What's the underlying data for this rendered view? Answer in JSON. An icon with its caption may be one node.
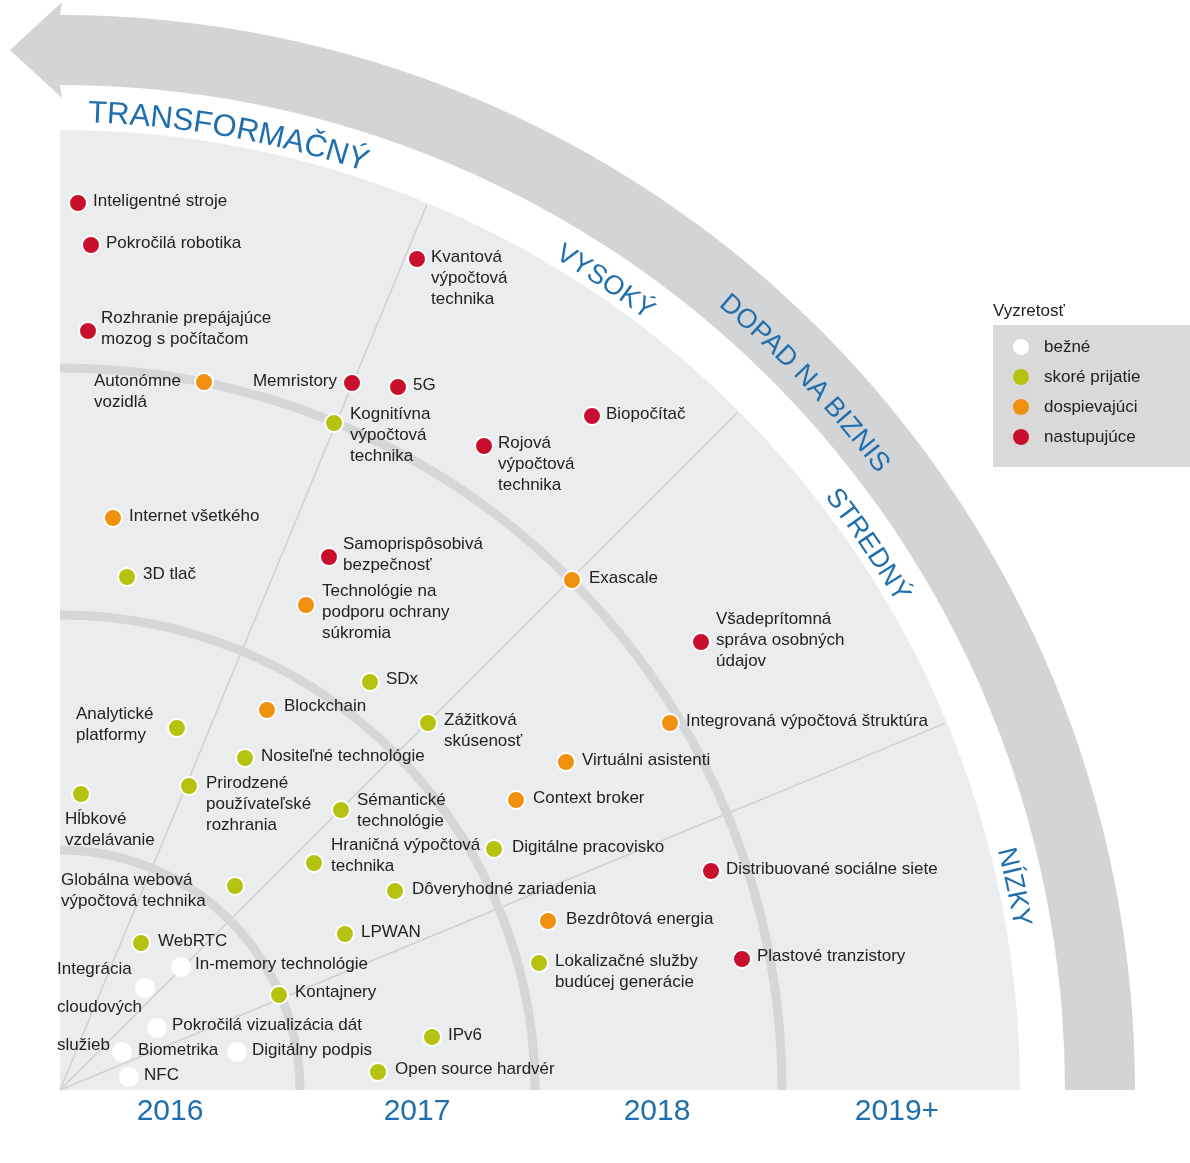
{
  "diagram": {
    "nodes": [
      {
        "text": [],
        "shape": "circle",
        "beside": [
          "Inteligentné stroje"
        ]
      },
      {
        "text": [],
        "shape": "circle",
        "beside": [
          "Pokročilá robotika"
        ]
      },
      {
        "text": [],
        "shape": "circle",
        "beside": [
          "Kvantová výpočtová technika"
        ]
      },
      {
        "text": [],
        "shape": "circle",
        "beside": [
          "Rozhranie prepájajúce mozog s počítačom"
        ]
      },
      {
        "text": [],
        "shape": "circle",
        "beside": [
          "Autonómne vozidlá"
        ]
      },
      {
        "text": [],
        "shape": "circle",
        "beside": [
          "Memristory"
        ]
      },
      {
        "text": [],
        "shape": "circle",
        "beside": [
          "5G"
        ]
      },
      {
        "text": [],
        "shape": "circle",
        "beside": [
          "Biopočítač"
        ]
      },
      {
        "text": [],
        "shape": "circle",
        "beside": [
          "Kognitívna výpočtová technika"
        ]
      },
      {
        "text": [],
        "shape": "circle",
        "beside": [
          "Rojová výpočtová technika"
        ]
      },
      {
        "text": [],
        "shape": "circle",
        "beside": [
          "Internet všetkého"
        ]
      },
      {
        "text": [],
        "shape": "circle",
        "beside": [
          "Samoprispôsobivá bezpečnosť"
        ]
      },
      {
        "text": [],
        "shape": "circle",
        "beside": [
          "3D tlač"
        ]
      },
      {
        "text": [],
        "shape": "circle",
        "beside": [
          "Exascale"
        ]
      },
      {
        "text": [],
        "shape": "circle",
        "beside": [
          "Technológie na podporu ochrany súkromia"
        ]
      },
      {
        "text": [],
        "shape": "circle",
        "beside": [
          "Všadeprítomná správa osobných údajov"
        ]
      },
      {
        "text": [],
        "shape": "circle",
        "beside": [
          "SDx"
        ]
      },
      {
        "text": [],
        "shape": "circle",
        "beside": [
          "Blockchain"
        ]
      },
      {
        "text": [],
        "shape": "circle",
        "beside": [
          "Analytické platformy"
        ]
      },
      {
        "text": [],
        "shape": "circle",
        "beside": [
          "Zážitková skúsenosť"
        ]
      },
      {
        "text": [],
        "shape": "circle",
        "beside": [
          "Integrovaná výpočtová štruktúra"
        ]
      },
      {
        "text": [],
        "shape": "circle",
        "beside": [
          "Nositeľné technológie"
        ]
      },
      {
        "text": [],
        "shape": "circle",
        "beside": [
          "Virtuálni asistenti"
        ]
      },
      {
        "text": [],
        "shape": "circle",
        "beside": [
          "Prirodzené používateľské rozhrania"
        ]
      },
      {
        "text": [],
        "shape": "circle",
        "beside": [
          "Hĺbkové vzdelávanie"
        ]
      },
      {
        "text": [],
        "shape": "circle",
        "beside": [
          "Context broker"
        ]
      },
      {
        "text": [],
        "shape": "circle",
        "beside": [
          "Sémantické technológie"
        ]
      },
      {
        "text": [],
        "shape": "circle",
        "beside": [
          "Digitálne pracovisko"
        ]
      },
      {
        "text": [],
        "shape": "circle",
        "beside": [
          "Hraničná výpočtová technika"
        ]
      },
      {
        "text": [],
        "shape": "circle",
        "beside": [
          "Distribuované sociálne siete"
        ]
      },
      {
        "text": [],
        "shape": "circle",
        "beside": [
          "Globálna webová výpočtová technika"
        ]
      },
      {
        "text": [],
        "shape": "circle",
        "beside": [
          "Dôveryhodné zariadenia"
        ]
      },
      {
        "text": [],
        "shape": "circle",
        "beside": [
          "Bezdrôtová energia"
        ]
      },
      {
        "text": [],
        "shape": "circle",
        "beside": [
          "LPWAN"
        ]
      },
      {
        "text": [],
        "shape": "circle",
        "beside": [
          "WebRTC"
        ]
      },
      {
        "text": [],
        "shape": "circle",
        "beside": [
          "Plastové tranzistory"
        ]
      },
      {
        "text": [],
        "shape": "circle",
        "beside": [
          "Lokalizačné služby budúcej generácie"
        ]
      },
      {
        "text": [],
        "shape": "circle",
        "beside": [
          "Integrácia cloudových služieb"
        ]
      },
      {
        "text": [],
        "shape": "circle",
        "beside": [
          "In-memory technológie"
        ]
      },
      {
        "text": [],
        "shape": "circle",
        "beside": [
          "Kontajnery"
        ]
      },
      {
        "text": [],
        "shape": "circle",
        "beside": [
          "Pokročilá vizualizácia dát"
        ]
      },
      {
        "text": [],
        "shape": "circle",
        "beside": [
          "IPv6"
        ]
      },
      {
        "text": [],
        "shape": "circle",
        "beside": [
          "Biometrika"
        ]
      },
      {
        "text": [],
        "shape": "circle",
        "beside": [
          "Digitálny podpis"
        ]
      },
      {
        "text": [],
        "shape": "circle",
        "beside": [
          "NFC"
        ]
      },
      {
        "text": [],
        "shape": "circle",
        "beside": [
          "Open source hardvér"
        ]
      }
    ],
    "labels": [
      "TRANSFORMAČNÝ",
      "VYSOKÝ",
      "DOPAD NA BIZNIS",
      "STREDNÝ",
      "NÍZKY",
      "Vyzretosť",
      "2016",
      "2017",
      "2018",
      "2019+"
    ],
    "legend": [
      {
        "text": "bežné",
        "color": "#ffffff"
      },
      {
        "text": "skoré prijatie",
        "color": "#b5c20f"
      },
      {
        "text": "dospievajúci",
        "color": "#f0900f"
      },
      {
        "text": "nastupujúce",
        "color": "#c8102e"
      }
    ]
  }
}
